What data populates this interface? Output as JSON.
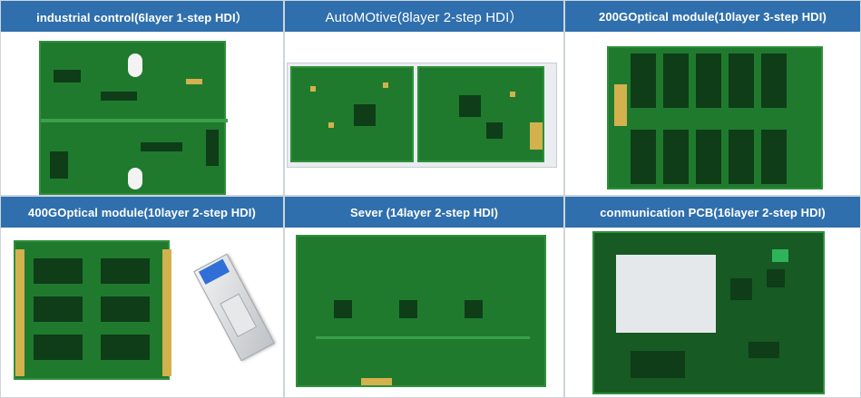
{
  "cells": [
    {
      "title": "industrial control(6layer 1-step HDI）"
    },
    {
      "title": "AutoMOtive(8layer 2-step HDI）"
    },
    {
      "title": "200GOptical module(10layer 3-step HDI)"
    },
    {
      "title": "400GOptical module(10layer 2-step HDI)"
    },
    {
      "title": "Sever (14layer 2-step HDI)"
    },
    {
      "title": "conmunication PCB(16layer 2-step HDI)"
    }
  ],
  "colors": {
    "header_bg": "#2f6fad",
    "header_text": "#ffffff",
    "pcb_green": "#1f7a2e",
    "gold_pad": "#d3b14d"
  }
}
